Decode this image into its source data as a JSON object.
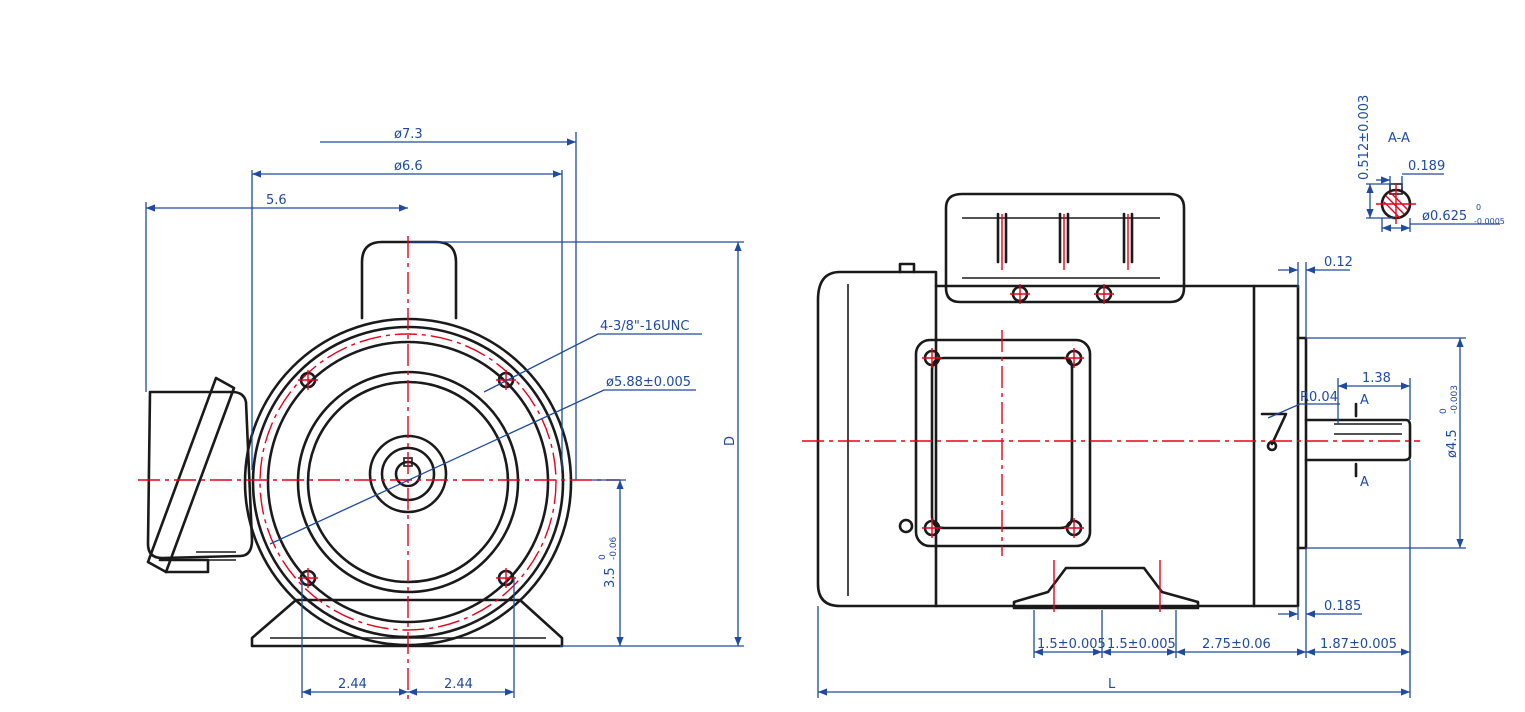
{
  "colors": {
    "outline": "#1a1a1a",
    "centerline": "#e8001c",
    "dimension": "#1f4aa0",
    "background": "#ffffff"
  },
  "front_view": {
    "dim_od_outer": "ø7.3",
    "dim_od_inner": "ø6.6",
    "dim_half_width": "5.6",
    "dim_overall_height": "D",
    "dim_shaft_height": "3.5",
    "dim_shaft_height_tol_upper": "0",
    "dim_shaft_height_tol_lower": "-0.06",
    "dim_bolt_spacing_left": "2.44",
    "dim_bolt_spacing_right": "2.44",
    "note_thread": "4-3/8\"-16UNC",
    "note_pilot": "ø5.88±0.005"
  },
  "side_view": {
    "dim_flange_offset": "0.12",
    "dim_keyway_length": "1.38",
    "dim_radius": "R0.04",
    "dim_pilot_dia": "ø4.5",
    "dim_pilot_tol_upper": "0",
    "dim_pilot_tol_lower": "-0.003",
    "dim_flange_thickness": "0.185",
    "dim_foot_1": "1.5±0.005",
    "dim_foot_2": "1.5±0.005",
    "dim_foot_3": "2.75±0.06",
    "dim_shaft_length": "1.87±0.005",
    "dim_overall_length": "L",
    "section_mark_top": "A",
    "section_mark_bottom": "A"
  },
  "section_view": {
    "label": "A-A",
    "dim_key_height": "0.512±0.003",
    "dim_key_width": "0.189",
    "dim_shaft_dia": "ø0.625",
    "dim_shaft_tol_upper": "0",
    "dim_shaft_tol_lower": "-0.0005"
  }
}
